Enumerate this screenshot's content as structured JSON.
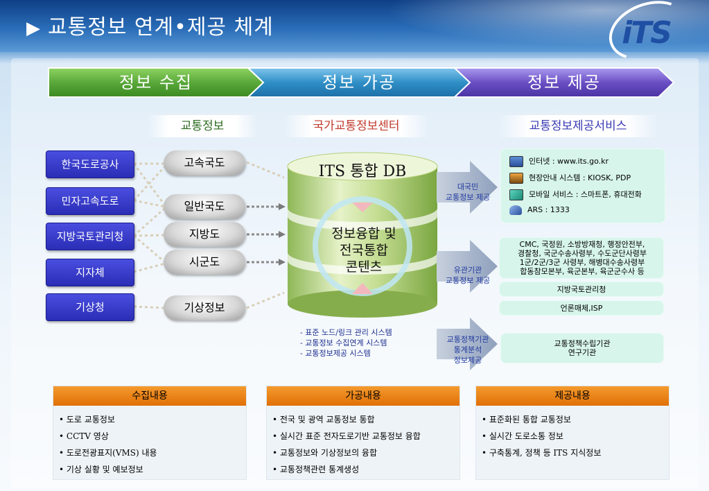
{
  "title": "교통정보 연계•제공 체계",
  "title_marker": "▶",
  "logo": "iTS",
  "stages": [
    "정보 수집",
    "정보 가공",
    "정보 제공"
  ],
  "categories": {
    "collect": "교통정보",
    "process": "국가교통정보센터",
    "provide": "교통정보제공서비스"
  },
  "sources": [
    "한국도로공사",
    "민자고속도로",
    "지방국토관리청",
    "지자체",
    "기상청"
  ],
  "road_types": [
    "고속국도",
    "일반국도",
    "지방도",
    "시군도",
    "기상정보"
  ],
  "db": {
    "title": "ITS 통합 DB",
    "center": [
      "정보융합 및",
      "전국통합",
      "콘텐츠"
    ]
  },
  "arrow_labels": {
    "public": [
      "대국민",
      "교통정보 제공"
    ],
    "agencies": [
      "유관기관",
      "교통정보 제공"
    ],
    "policy": [
      "교통정책기관",
      "통계분석",
      "정보제공"
    ]
  },
  "services": [
    {
      "icon": "computer-icon",
      "text": "인터넷 : www.its.go.kr"
    },
    {
      "icon": "kiosk-icon",
      "text": "현장안내 시스템 : KIOSK, PDP"
    },
    {
      "icon": "mobile-phone-icon",
      "text": "모바일 서비스 : 스마트폰,  휴대전화"
    },
    {
      "icon": "telephone-icon",
      "text": "ARS : 1333"
    }
  ],
  "agencies": {
    "main": [
      "CMC, 국정원, 소방방재청, 행정안전부,",
      "경찰청, 국군수송사령부, 수도군단사령부",
      "1군/2군/3군 사령부, 해병대수송사령부",
      "합동참모본부, 육군본부, 육군군수사 등"
    ],
    "regional": "지방국토관리청",
    "media": "언론매체,ISP"
  },
  "policy_org": [
    "교통정책수립기관",
    "연구기관"
  ],
  "system_notes": [
    "- 표준 노드/링크 관리 시스템",
    "- 교통정보 수집연계 시스템",
    "- 교통정보제공 시스템"
  ],
  "bottom": [
    {
      "header": "수집내용",
      "items": [
        "• 도로 교통정보",
        "• CCTV 영상",
        "• 도로전광표지(VMS) 내용",
        "• 기상 실황 및 예보정보"
      ]
    },
    {
      "header": "가공내용",
      "items": [
        "• 전국 및 광역 교통정보 통합",
        "• 실시간 표준 전자도로기반 교통정보 융합",
        "• 교통정보와 기상정보의 융합",
        "• 교통정책관련 통계생성"
      ]
    },
    {
      "header": "제공내용",
      "items": [
        "• 표준화된 통합 교통정보",
        "• 실시간 도로소통 정보",
        "• 구축통계, 정책 등 ITS 지식정보"
      ]
    }
  ],
  "colors": {
    "stage_collect": "#5aa83a",
    "stage_process": "#2f8fc6",
    "stage_provide": "#6a4fc4",
    "source_box": "#2f33c0",
    "bottom_header": "#ee8419"
  }
}
